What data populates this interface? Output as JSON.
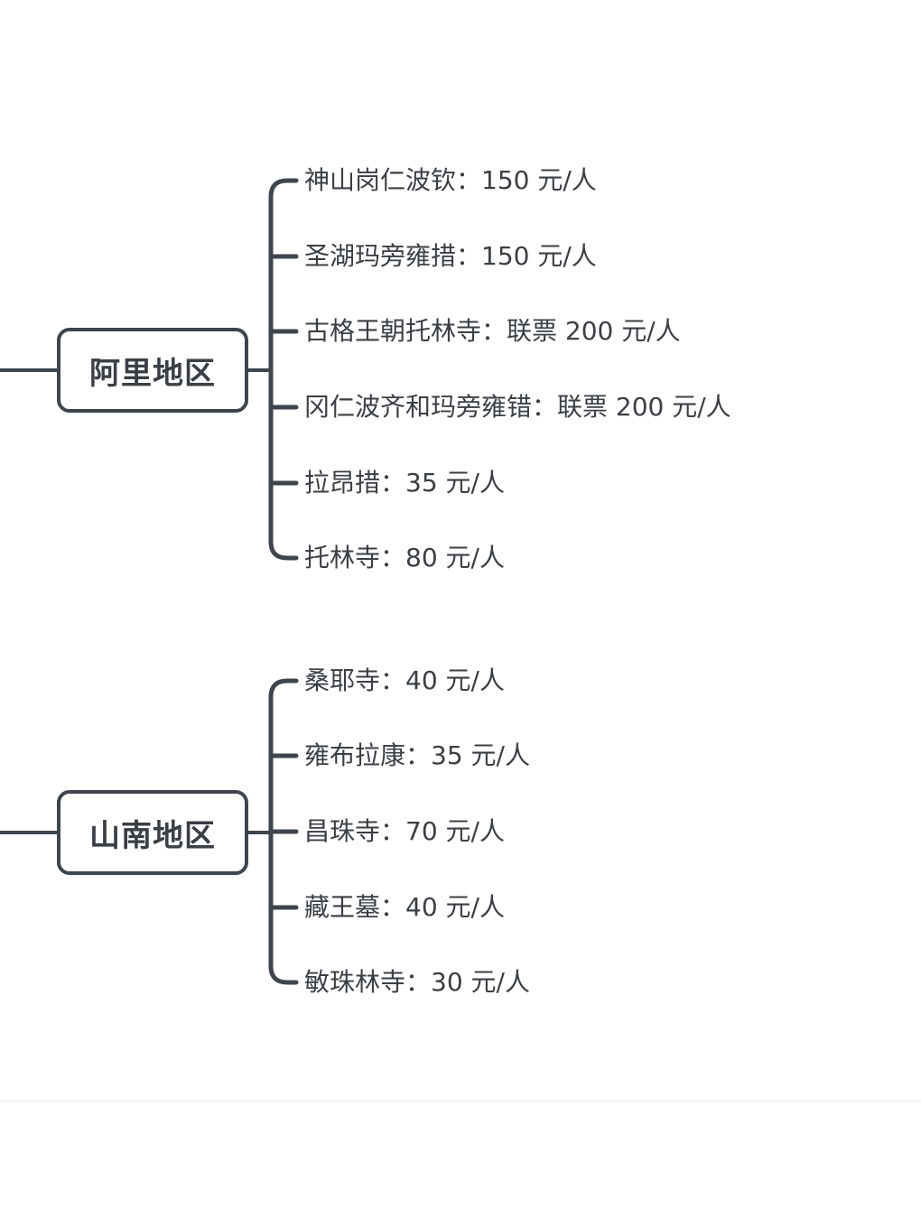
{
  "colors": {
    "line": "#3f454c",
    "text": "#3a3f45",
    "background": "#ffffff"
  },
  "regions": [
    {
      "label": "阿里地区",
      "items": [
        "神山岗仁波钦：150 元/人",
        "圣湖玛旁雍措：150 元/人",
        "古格王朝托林寺：联票 200 元/人",
        "冈仁波齐和玛旁雍错：联票 200 元/人",
        "拉昂措：35 元/人",
        "托林寺：80 元/人"
      ]
    },
    {
      "label": "山南地区",
      "items": [
        "桑耶寺：40 元/人",
        "雍布拉康：35 元/人",
        "昌珠寺：70 元/人",
        "藏王墓：40 元/人",
        "敏珠林寺：30 元/人"
      ]
    }
  ]
}
